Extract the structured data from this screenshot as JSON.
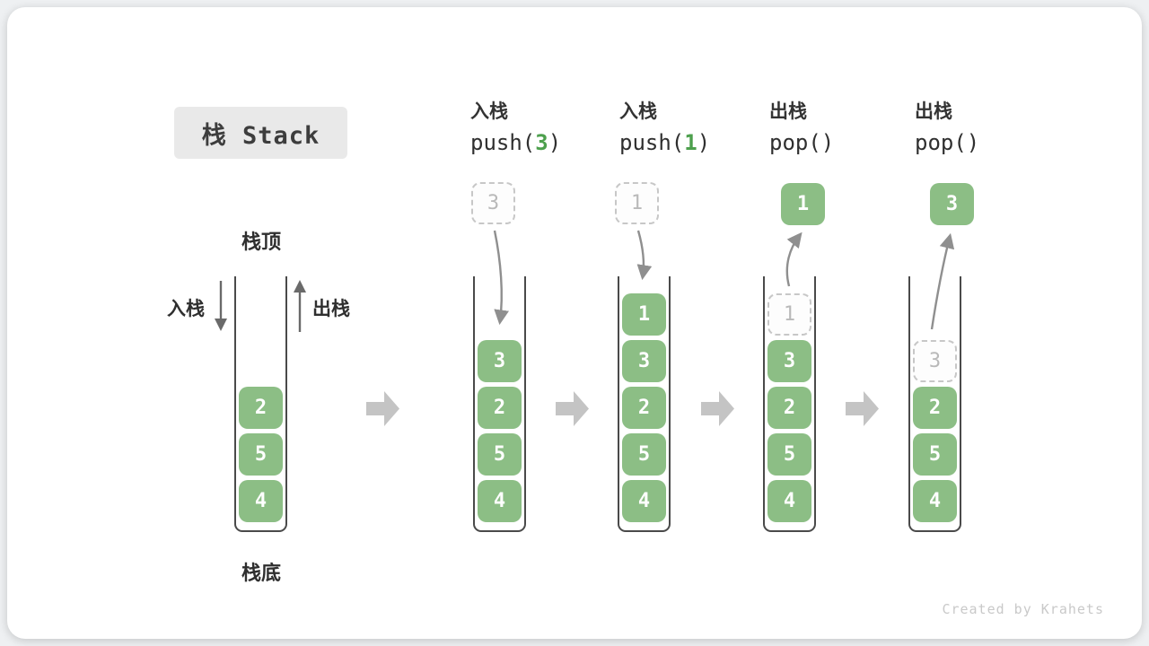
{
  "title": {
    "label": "栈 Stack"
  },
  "footer": {
    "credit": "Created by Krahets"
  },
  "colors": {
    "box_green": "#8CBE85",
    "code_arg_green": "#4DA04D",
    "ghost_border": "#c7c7c7",
    "block_arrow_gray": "#c4c4c4",
    "curved_arrow_gray": "#8f8f8f",
    "title_bg": "#e9e9e9"
  },
  "initial": {
    "top_label": "栈顶",
    "bottom_label": "栈底",
    "push_label": "入栈",
    "pop_label": "出栈",
    "stack": [
      {
        "v": "2",
        "variant": "solid"
      },
      {
        "v": "5",
        "variant": "solid"
      },
      {
        "v": "4",
        "variant": "solid"
      }
    ]
  },
  "steps": [
    {
      "label": "入栈",
      "code_pre": "push(",
      "code_arg": "3",
      "code_post": ")",
      "floating": {
        "value": "3",
        "variant": "ghost"
      },
      "stack": [
        {
          "v": "3",
          "variant": "solid"
        },
        {
          "v": "2",
          "variant": "solid"
        },
        {
          "v": "5",
          "variant": "solid"
        },
        {
          "v": "4",
          "variant": "solid"
        }
      ]
    },
    {
      "label": "入栈",
      "code_pre": "push(",
      "code_arg": "1",
      "code_post": ")",
      "floating": {
        "value": "1",
        "variant": "ghost"
      },
      "stack": [
        {
          "v": "1",
          "variant": "solid"
        },
        {
          "v": "3",
          "variant": "solid"
        },
        {
          "v": "2",
          "variant": "solid"
        },
        {
          "v": "5",
          "variant": "solid"
        },
        {
          "v": "4",
          "variant": "solid"
        }
      ]
    },
    {
      "label": "出栈",
      "code_pre": "pop(",
      "code_arg": "",
      "code_post": ")",
      "floating": {
        "value": "1",
        "variant": "solid"
      },
      "stack": [
        {
          "v": "1",
          "variant": "ghost"
        },
        {
          "v": "3",
          "variant": "solid"
        },
        {
          "v": "2",
          "variant": "solid"
        },
        {
          "v": "5",
          "variant": "solid"
        },
        {
          "v": "4",
          "variant": "solid"
        }
      ]
    },
    {
      "label": "出栈",
      "code_pre": "pop(",
      "code_arg": "",
      "code_post": ")",
      "floating": {
        "value": "3",
        "variant": "solid"
      },
      "stack": [
        {
          "v": "3",
          "variant": "ghost"
        },
        {
          "v": "2",
          "variant": "solid"
        },
        {
          "v": "5",
          "variant": "solid"
        },
        {
          "v": "4",
          "variant": "solid"
        }
      ]
    }
  ]
}
